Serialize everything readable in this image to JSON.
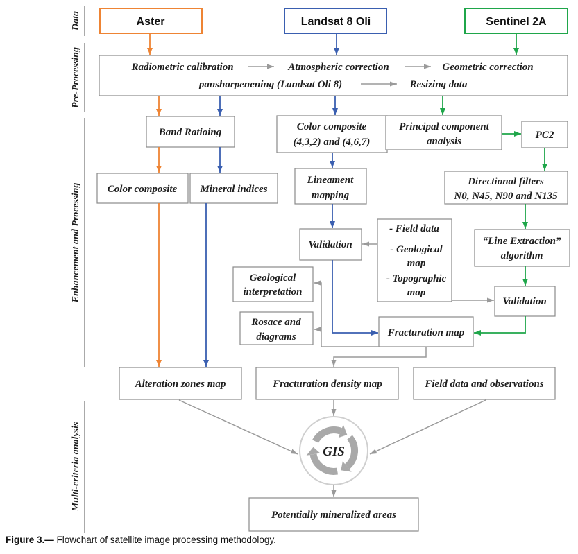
{
  "sections": {
    "data": "Data",
    "preprocessing": "Pre-Processing",
    "enhancement": "Enhancement and Processing",
    "multicriteria": "Multi-criteria analysis"
  },
  "sources": {
    "aster": "Aster",
    "landsat": "Landsat 8 Oli",
    "sentinel": "Sentinel 2A"
  },
  "preprocessing": {
    "radiometric": "Radiometric calibration",
    "atmospheric": "Atmospheric correction",
    "geometric": "Geometric correction",
    "pansharpening": "pansharpenening (Landsat Oli 8)",
    "resizing": "Resizing data"
  },
  "nodes": {
    "band_ratioing": "Band Ratioing",
    "color_composite_landsat": [
      "Color composite",
      "(4,3,2) and (4,6,7)"
    ],
    "pca": [
      "Principal component",
      "analysis"
    ],
    "pc2": "PC2",
    "color_composite_aster": "Color composite",
    "mineral_indices": "Mineral indices",
    "lineament_mapping": [
      "Lineament",
      "mapping"
    ],
    "directional_filters": [
      "Directional filters",
      "N0, N45, N90 and N135"
    ],
    "validation_left": "Validation",
    "field_data_list": [
      "- Field data",
      "- Geological",
      "map",
      "- Topographic",
      "map"
    ],
    "line_extraction": [
      "“Line Extraction”",
      "algorithm"
    ],
    "validation_right": "Validation",
    "geological_interpretation": [
      "Geological",
      "interpretation"
    ],
    "rosace": [
      "Rosace and",
      "diagrams"
    ],
    "fracturation_map": "Fracturation map",
    "alteration_zones_map": "Alteration zones map",
    "fracturation_density_map": "Fracturation density map",
    "field_data_observations": "Field data and observations",
    "gis": "GIS",
    "potentially_mineralized": "Potentially mineralized areas"
  },
  "caption": {
    "label": "Figure 3.—",
    "text": "Flowchart of satellite image processing methodology."
  },
  "colors": {
    "aster": "#ee8434",
    "landsat": "#3a5fb0",
    "sentinel": "#1fa64a",
    "connector": "#9a9a9a",
    "box_border": "#8a8a8a"
  },
  "icons": {
    "gis_cycle": "circular-arrows-icon"
  }
}
